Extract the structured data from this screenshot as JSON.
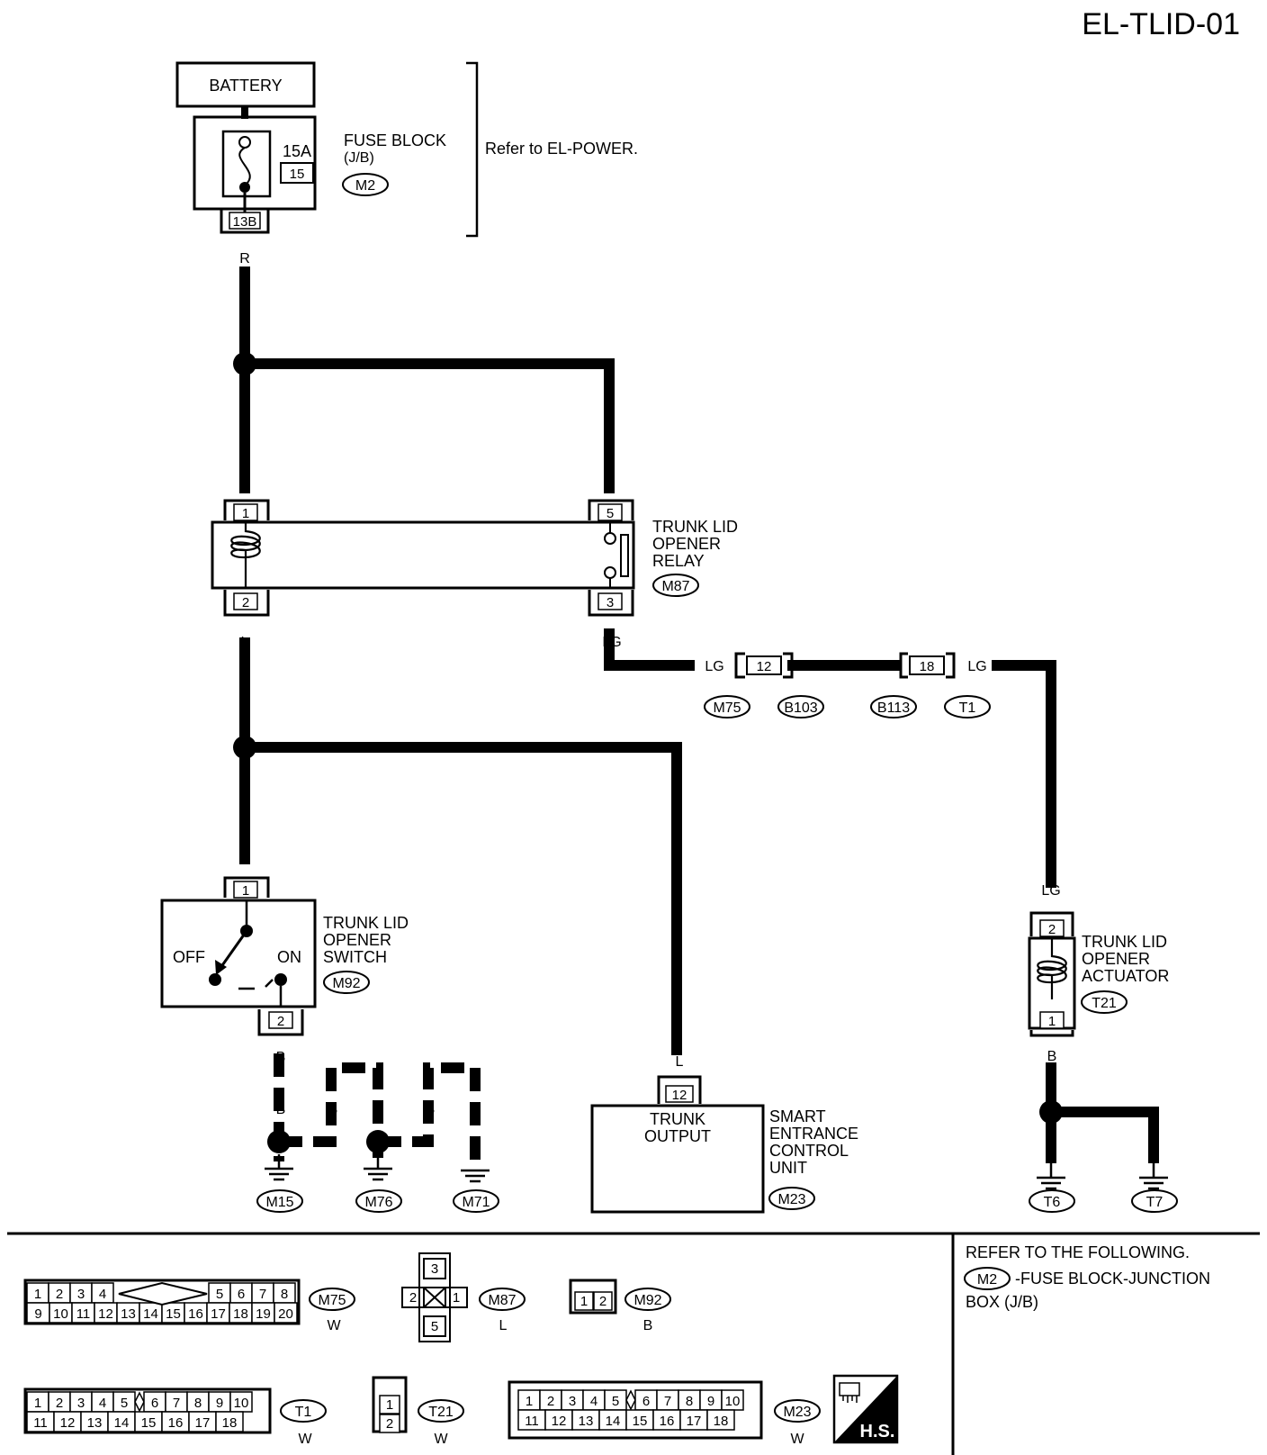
{
  "header": {
    "page_code": "EL-TLID-01"
  },
  "battery": {
    "label": "BATTERY"
  },
  "fuse_block": {
    "label_line1": "FUSE BLOCK",
    "label_line2": "(J/B)",
    "rating": "15A",
    "fuse_number": "15",
    "connector": "M2",
    "terminal": "13B",
    "note": "Refer to EL-POWER."
  },
  "wire_colors": {
    "red": "R",
    "blue": "L",
    "light_green": "LG",
    "black": "B"
  },
  "relay": {
    "line1": "TRUNK LID",
    "line2": "OPENER",
    "line3": "RELAY",
    "connector": "M87",
    "pin_coil_in": "1",
    "pin_coil_out": "2",
    "pin_switch_in": "5",
    "pin_switch_out": "3"
  },
  "inline_connectors": {
    "first_pin": "12",
    "first_left": "M75",
    "first_right": "B103",
    "second_pin": "18",
    "second_left": "B113",
    "second_right": "T1"
  },
  "switch": {
    "line1": "TRUNK LID",
    "line2": "OPENER",
    "line3": "SWITCH",
    "connector": "M92",
    "pin_top": "1",
    "pin_bottom": "2",
    "off_label": "OFF",
    "on_label": "ON"
  },
  "grounds": {
    "g1": "M15",
    "g2": "M76",
    "g3": "M71",
    "g4": "T6",
    "g5": "T7"
  },
  "control_unit": {
    "pin": "12",
    "inner_line1": "TRUNK",
    "inner_line2": "OUTPUT",
    "line1": "SMART",
    "line2": "ENTRANCE",
    "line3": "CONTROL",
    "line4": "UNIT",
    "connector": "M23"
  },
  "actuator": {
    "line1": "TRUNK LID",
    "line2": "OPENER",
    "line3": "ACTUATOR",
    "connector": "T21",
    "pin_top": "2",
    "pin_bottom": "1"
  },
  "references": {
    "heading": "REFER TO THE FOLLOWING.",
    "connector": "M2",
    "line1": "-FUSE BLOCK-JUNCTION",
    "line2": "BOX (J/B)"
  },
  "connector_views": {
    "m75": {
      "id": "M75",
      "color": "W",
      "top": [
        "1",
        "2",
        "3",
        "4",
        "5",
        "6",
        "7",
        "8"
      ],
      "bottom": [
        "9",
        "10",
        "11",
        "12",
        "13",
        "14",
        "15",
        "16",
        "17",
        "18",
        "19",
        "20"
      ]
    },
    "m87": {
      "id": "M87",
      "color": "L",
      "pins": [
        "3",
        "2",
        "1",
        "5"
      ]
    },
    "m92": {
      "id": "M92",
      "color": "B",
      "pins": [
        "1",
        "2"
      ]
    },
    "t1": {
      "id": "T1",
      "color": "W",
      "top": [
        "1",
        "2",
        "3",
        "4",
        "5",
        "6",
        "7",
        "8",
        "9",
        "10"
      ],
      "bottom": [
        "11",
        "12",
        "13",
        "14",
        "15",
        "16",
        "17",
        "18"
      ]
    },
    "t21": {
      "id": "T21",
      "color": "W",
      "pins": [
        "1",
        "2"
      ]
    },
    "m23": {
      "id": "M23",
      "color": "W",
      "top": [
        "1",
        "2",
        "3",
        "4",
        "5",
        "6",
        "7",
        "8",
        "9",
        "10"
      ],
      "bottom": [
        "11",
        "12",
        "13",
        "14",
        "15",
        "16",
        "17",
        "18"
      ]
    },
    "hs_label": "H.S."
  }
}
